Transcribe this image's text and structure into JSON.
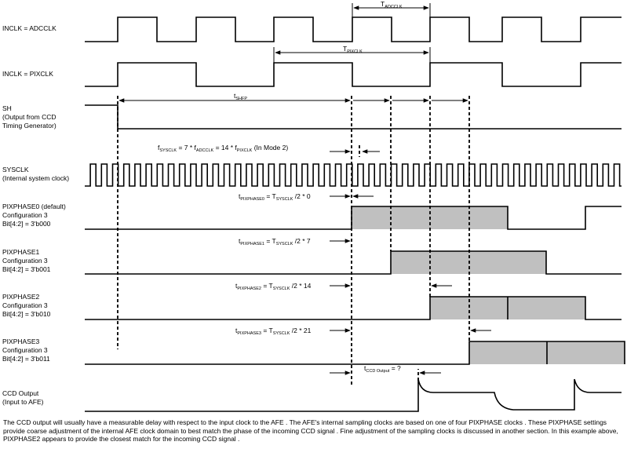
{
  "signals": {
    "adcclk": "INCLK = ADCCLK",
    "pixclk": "INCLK = PIXCLK",
    "sh": [
      "SH",
      "(Output from CCD",
      "Timing Generator)"
    ],
    "sysclk": [
      "SYSCLK",
      "(Internal system clock)"
    ],
    "pixphase0": [
      "PIXPHASE0 (default)",
      "Configuration 3",
      "Bit[4:2] = 3'b000"
    ],
    "pixphase1": [
      "PIXPHASE1",
      "Configuration 3",
      "Bit[4:2] = 3'b001"
    ],
    "pixphase2": [
      "PIXPHASE2",
      "Configuration 3",
      "Bit[4:2] = 3'b010"
    ],
    "pixphase3": [
      "PIXPHASE3",
      "Configuration 3",
      "Bit[4:2] = 3'b011"
    ],
    "ccd": [
      "CCD Output",
      "(Input to AFE)"
    ]
  },
  "annotations": {
    "t_adcclk": {
      "main": "T",
      "sub": "ADCCLK"
    },
    "t_pixclk": {
      "main": "T",
      "sub": "PIXCLK"
    },
    "t_shfp": {
      "main": "t",
      "sub": "SHFP"
    },
    "fsys": {
      "p1": "f",
      "s1": "SYSCLK",
      "p2": " = 7 * f",
      "s2": "ADCCLK",
      "p3": " = 14 * f",
      "s3": "PIXCLK",
      "p4": "   (In Mode 2)"
    },
    "tph0": {
      "p1": "t",
      "s1": "PIXPHASE0",
      "p2": " = T",
      "s2": "SYSCLK",
      "p3": " /2 * 0"
    },
    "tph1": {
      "p1": "t",
      "s1": "PIXPHASE1",
      "p2": " = T",
      "s2": "SYSCLK",
      "p3": " /2 * 7"
    },
    "tph2": {
      "p1": "t",
      "s1": "PIXPHASE2",
      "p2": " = T",
      "s2": "SYSCLK",
      "p3": " /2 * 14"
    },
    "tph3": {
      "p1": "t",
      "s1": "PIXPHASE3",
      "p2": " = T",
      "s2": "SYSCLK",
      "p3": " /2 * 21"
    },
    "tccd": {
      "p1": "t",
      "s1": "CCD Output",
      "p2": " = ?"
    }
  },
  "colors": {
    "shade": "#c0c0c0",
    "ink": "#000000"
  },
  "footnote": "The CCD output will usually have a measurable delay with respect to the input clock to the AFE .  The AFE's internal sampling clocks are based on one of four PIXPHASE clocks .  These PIXPHASE settings provide coarse adjustment of the internal AFE clock domain to best match the phase of the incoming CCD signal .  Fine adjustment of the sampling clocks is discussed in another section. In this example above, PIXPHASE2 appears to provide the closest match for the incoming CCD signal ."
}
